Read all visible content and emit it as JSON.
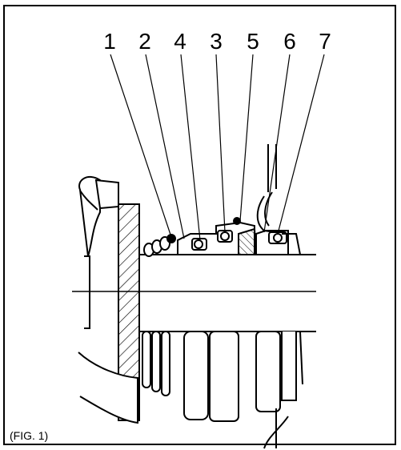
{
  "labels": [
    "1",
    "2",
    "4",
    "3",
    "5",
    "6",
    "7"
  ],
  "caption": "(FIG. 1)"
}
